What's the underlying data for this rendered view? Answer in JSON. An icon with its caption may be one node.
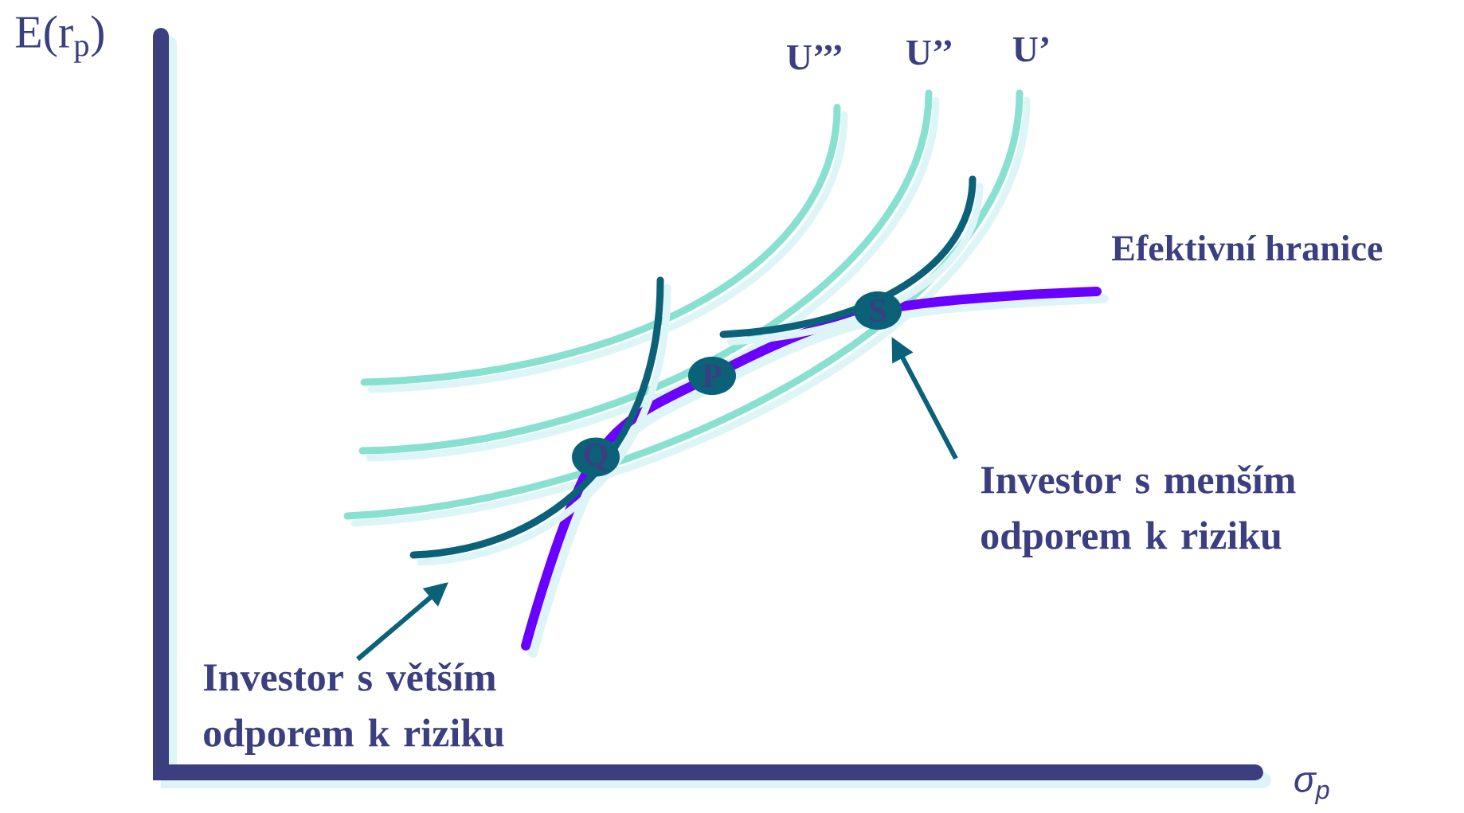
{
  "diagram": {
    "nodes": [
      {
        "text": [
          "Q"
        ]
      },
      {
        "text": [
          "P"
        ]
      },
      {
        "text": [
          "S"
        ]
      },
      {
        "text": [
          "Investor s větším odporem k riziku"
        ]
      },
      {
        "text": [
          "Investor s menším odporem k riziku"
        ]
      }
    ],
    "edges": [
      {
        "from": 3,
        "to": 0,
        "arrow": "to"
      },
      {
        "from": 4,
        "to": 2,
        "arrow": "to"
      }
    ],
    "labels": [
      "E(r$_{p}$)",
      "U’’’",
      "U’’",
      "U’",
      "Efektivní hranice",
      "σ$_{p}$"
    ]
  }
}
